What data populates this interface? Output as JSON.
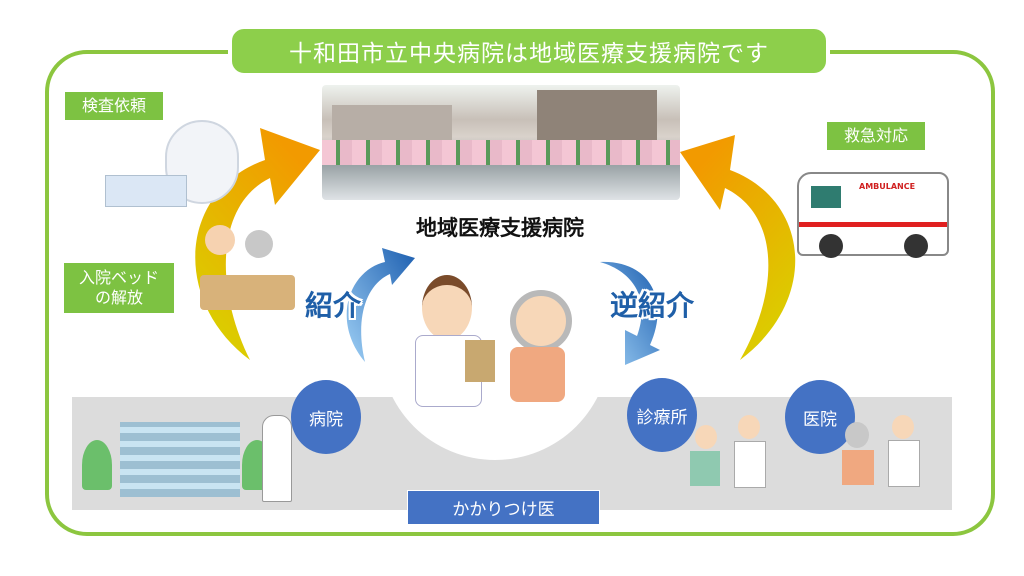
{
  "banner": {
    "title": "十和田市立中央病院は地域医療支援病院です"
  },
  "center": {
    "label": "地域医療支援病院"
  },
  "left_tags": {
    "exam": "検査依頼",
    "bed": "入院ベッド\nの解放"
  },
  "right_tags": {
    "emergency": "救急対応"
  },
  "flows": {
    "referral": "紹介",
    "reverse_referral": "逆紹介"
  },
  "circles": {
    "hospital": "病院",
    "clinic": "診療所",
    "doctor_office": "医院"
  },
  "bottom": {
    "label": "かかりつけ医"
  },
  "ambulance_text": "AMBULANCE",
  "colors": {
    "green": "#8cc63f",
    "blue": "#4472c4",
    "arrow_yellow": "#d4d400",
    "arrow_orange": "#f0a000",
    "band_gray": "#dcdcdc"
  }
}
